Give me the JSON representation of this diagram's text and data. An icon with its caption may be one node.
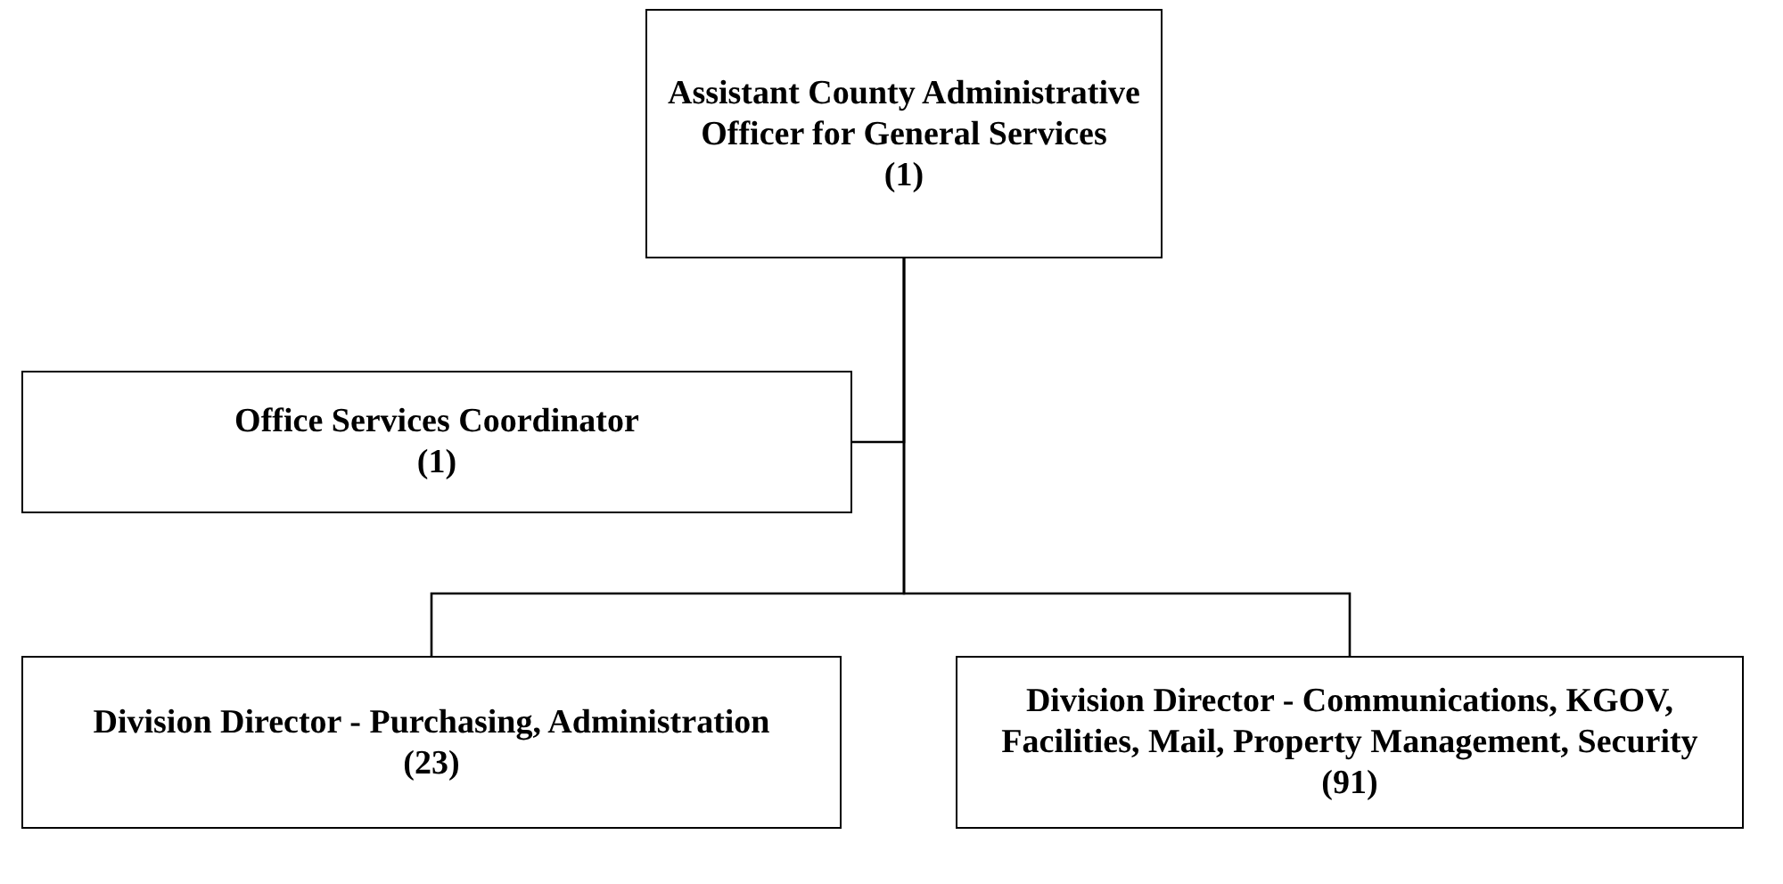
{
  "diagram": {
    "nodes": [
      {
        "text": [
          "Assistant County Administrative Officer for General Services",
          "(1)"
        ]
      },
      {
        "text": [
          "Office Services Coordinator",
          "(1)"
        ]
      },
      {
        "text": [
          "Division Director - Purchasing, Administration",
          "(23)"
        ]
      },
      {
        "text": [
          "Division Director - Communications, KGOV, Facilities, Mail, Property Management, Security",
          "(91)"
        ]
      }
    ],
    "edges": [
      {
        "from": 0,
        "to": 1,
        "arrow": "none"
      },
      {
        "from": 0,
        "to": 2,
        "arrow": "none"
      },
      {
        "from": 0,
        "to": 3,
        "arrow": "none"
      }
    ]
  }
}
